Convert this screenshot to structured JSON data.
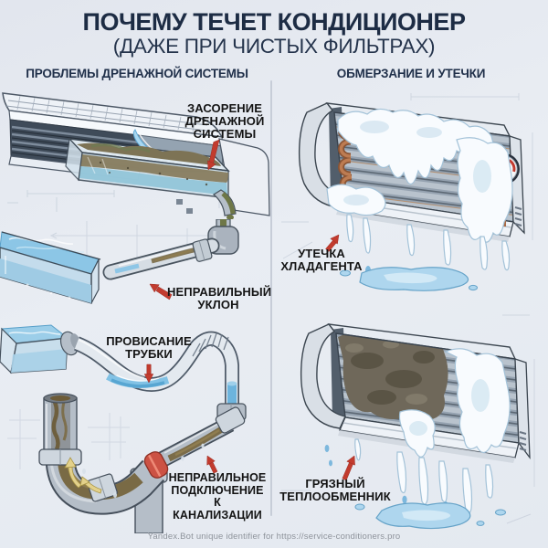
{
  "header": {
    "title": "ПОЧЕМУ ТЕЧЕТ КОНДИЦИОНЕР",
    "subtitle": "(ДАЖЕ ПРИ ЧИСТЫХ ФИЛЬТРАХ)"
  },
  "columns": {
    "left": {
      "heading": "ПРОБЛЕМЫ ДРЕНАЖНОЙ СИСТЕМЫ",
      "callouts": {
        "clogged_drain": [
          "ЗАСОРЕНИЕ",
          "ДРЕНАЖНОЙ",
          "СИСТЕМЫ"
        ],
        "wrong_slope": [
          "НЕПРАВИЛЬНЫЙ",
          "УКЛОН"
        ],
        "sagging_tube": [
          "ПРОВИСАНИЕ",
          "ТРУБКИ"
        ],
        "wrong_sewer_connection": [
          "НЕПРАВИЛЬНОЕ",
          "ПОДКЛЮЧЕНИЕ",
          "К КАНАЛИЗАЦИИ"
        ]
      }
    },
    "right": {
      "heading": "ОБМЕРЗАНИЕ И УТЕЧКИ",
      "callouts": {
        "refrigerant_leak": [
          "УТЕЧКА",
          "ХЛАДАГЕНТА"
        ],
        "dirty_heat_exchanger": [
          "ГРЯЗНЫЙ",
          "ТЕПЛООБМЕННИК"
        ]
      }
    }
  },
  "footer": {
    "text": "Yandex.Bot unique identifier for https://service-conditioners.pro"
  },
  "colors": {
    "title_text": "#1d2c44",
    "label_text": "#141414",
    "callout_arrow": "#c23b2e",
    "water_blue": "#8cc6e6",
    "ice_white": "#f8fbfe",
    "copper": "#b0714e",
    "sludge_brown": "#7b6a45",
    "background": "#e7ebf1"
  }
}
